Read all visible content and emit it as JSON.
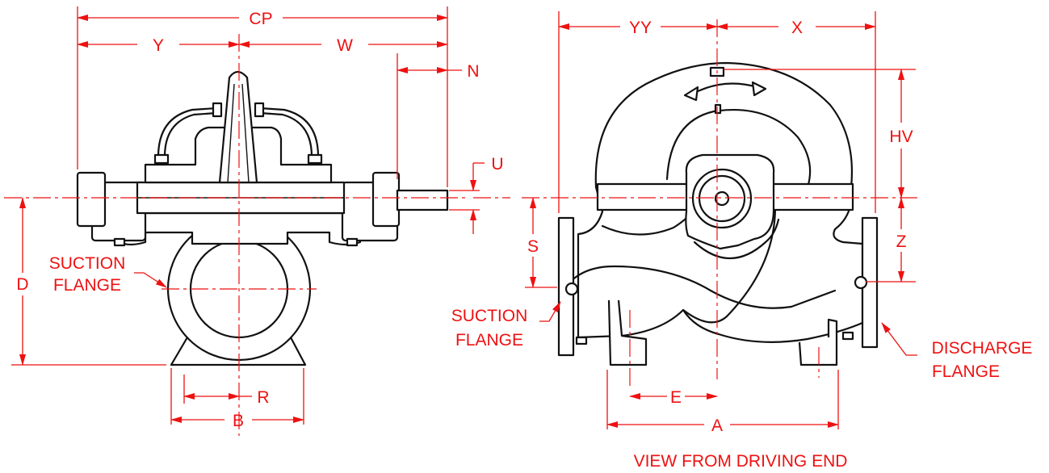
{
  "labels": {
    "cp": "CP",
    "y": "Y",
    "w": "W",
    "n": "N",
    "u": "U",
    "d": "D",
    "suction_flange_left": [
      "SUCTION",
      "FLANGE"
    ],
    "r": "R",
    "b": "B",
    "yy": "YY",
    "x": "X",
    "hv": "HV",
    "s": "S",
    "z": "Z",
    "suction_flange_right": [
      "SUCTION",
      "FLANGE"
    ],
    "discharge_flange": [
      "DISCHARGE",
      "FLANGE"
    ],
    "e": "E",
    "a": "A",
    "caption": "VIEW FROM DRIVING END"
  },
  "colors": {
    "dimension": "#e11111",
    "outline": "#111111"
  }
}
